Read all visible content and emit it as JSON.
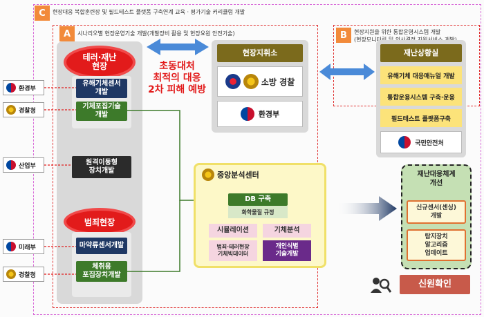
{
  "frames": {
    "c": {
      "badge": "C",
      "title": "현장대응 복합훈련장 및 필드테스트 플랫폼 구축연계 교육 · 평가기술 커리큘럼 개발"
    },
    "a": {
      "badge": "A",
      "title": "시나리오별 현장운영기술 개발(개발장비 활용 및 현장요원 안전기술)"
    },
    "b": {
      "badge": "B",
      "title_line1": "현장지원을 위한 통합운영시스템 개발",
      "title_line2": "(현장모니터링 및 의사결정 지원서비스 개발)"
    }
  },
  "left": {
    "terror_site": "테러·재난\n현장",
    "crime_site": "범죄현장",
    "items": {
      "toxic_sensor": "유해기체센서\n개발",
      "gas_collect": "기체포집기술\n개발",
      "remote_move": "원격이동형\n장치개발",
      "drug_sensor": "마약류센서개발",
      "odor_collect": "체취용\n포집장치개발"
    }
  },
  "ministries": {
    "env1": "환경부",
    "police1": "경찰청",
    "industry": "산업부",
    "future": "미래부",
    "police2": "경찰청"
  },
  "arrow_text": "초동대처\n최적의 대응\n2차 피해 예방",
  "site_hq": {
    "title": "현장지휘소",
    "fire_police": "소방 경찰",
    "env": "환경부"
  },
  "disaster_room": {
    "title": "재난상황실",
    "items": [
      "유해기체 대응매뉴얼 개발",
      "통합운용시스템 구축·운용",
      "필드테스트 플랫폼구축"
    ],
    "agency": "국민안전처"
  },
  "center": {
    "title": "중앙분석센터",
    "db": "DB 구축",
    "regulation": "화학물질 규정",
    "simulation": "시뮬레이션",
    "gas_analysis": "기체분석",
    "bigdata": "범죄·테러현장\n기체빅데이터",
    "personal_id": "개인식별\n기술개발"
  },
  "improve": {
    "title": "재난대응체계\n개선",
    "item1": "신규센서(센싱)\n개발",
    "item2": "탐지장치\n알고리즘\n업데이트"
  },
  "identity": "신원확인",
  "colors": {
    "red": "#e21b1b",
    "navy": "#1f3864",
    "green": "#3d7a2a",
    "olive": "#7b6a1c",
    "yellow": "#fce37a",
    "purple": "#6a2a8a",
    "arrow_blue": "#4a8ad8"
  }
}
